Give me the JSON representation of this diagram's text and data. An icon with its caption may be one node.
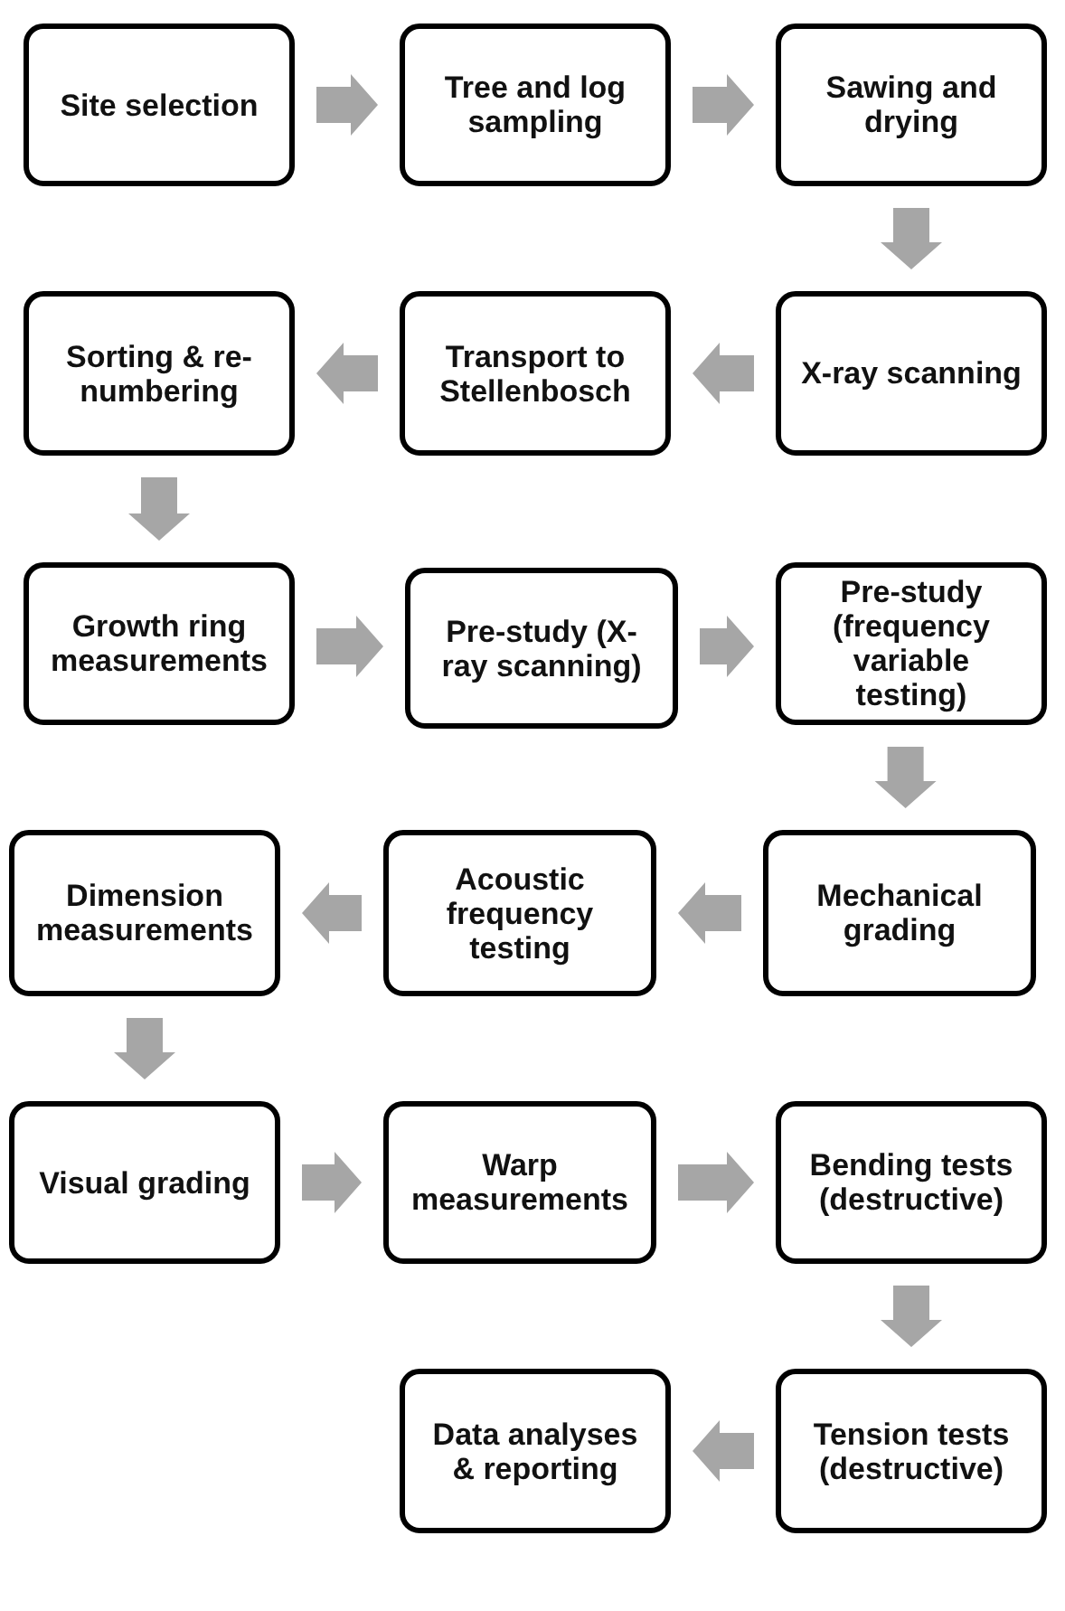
{
  "diagram": {
    "nodes": [
      {
        "text": [
          "Site selection"
        ]
      },
      {
        "text": [
          "Tree and log sampling"
        ]
      },
      {
        "text": [
          "Sawing and drying"
        ]
      },
      {
        "text": [
          "Sorting & re-numbering"
        ]
      },
      {
        "text": [
          "Transport to Stellenbosch"
        ]
      },
      {
        "text": [
          "X-ray scanning"
        ]
      },
      {
        "text": [
          "Growth ring measurements"
        ]
      },
      {
        "text": [
          "Pre-study (X-ray scanning)"
        ]
      },
      {
        "text": [
          "Pre-study (frequency variable testing)"
        ]
      },
      {
        "text": [
          "Dimension measurements"
        ]
      },
      {
        "text": [
          "Acoustic frequency testing"
        ]
      },
      {
        "text": [
          "Mechanical grading"
        ]
      },
      {
        "text": [
          "Visual grading"
        ]
      },
      {
        "text": [
          "Warp measurements"
        ]
      },
      {
        "text": [
          "Bending tests (destructive)"
        ]
      },
      {
        "text": [
          "Data analyses & reporting"
        ]
      },
      {
        "text": [
          "Tension tests (destructive)"
        ]
      }
    ],
    "edges": [
      {
        "from": 0,
        "to": 1,
        "arrow": "to"
      },
      {
        "from": 1,
        "to": 2,
        "arrow": "to"
      },
      {
        "from": 2,
        "to": 5,
        "arrow": "to"
      },
      {
        "from": 5,
        "to": 4,
        "arrow": "to"
      },
      {
        "from": 4,
        "to": 3,
        "arrow": "to"
      },
      {
        "from": 3,
        "to": 6,
        "arrow": "to"
      },
      {
        "from": 6,
        "to": 7,
        "arrow": "to"
      },
      {
        "from": 7,
        "to": 8,
        "arrow": "to"
      },
      {
        "from": 8,
        "to": 11,
        "arrow": "to"
      },
      {
        "from": 11,
        "to": 10,
        "arrow": "to"
      },
      {
        "from": 10,
        "to": 9,
        "arrow": "to"
      },
      {
        "from": 9,
        "to": 12,
        "arrow": "to"
      },
      {
        "from": 12,
        "to": 13,
        "arrow": "to"
      },
      {
        "from": 13,
        "to": 14,
        "arrow": "to"
      },
      {
        "from": 14,
        "to": 16,
        "arrow": "to"
      },
      {
        "from": 16,
        "to": 15,
        "arrow": "to"
      }
    ]
  }
}
